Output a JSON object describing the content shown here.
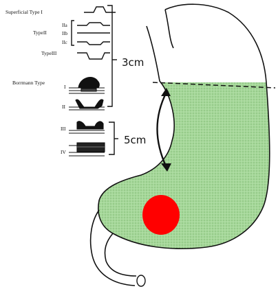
{
  "labels": {
    "superficial_type_1": "Superficial Type I",
    "type_2": "TypeII",
    "type_2a": "IIa",
    "type_2b": "IIb",
    "type_2c": "IIc",
    "type_3": "TypeIII",
    "borrmann": "Borrmann Type",
    "b1": "I",
    "b2": "II",
    "b3": "III",
    "b4": "IV",
    "dist_3cm": "3cm",
    "dist_5cm": "5cm"
  },
  "colors": {
    "stomach_fill": "#a6d89a",
    "tumor": "#ff0000",
    "outline": "#111111"
  }
}
